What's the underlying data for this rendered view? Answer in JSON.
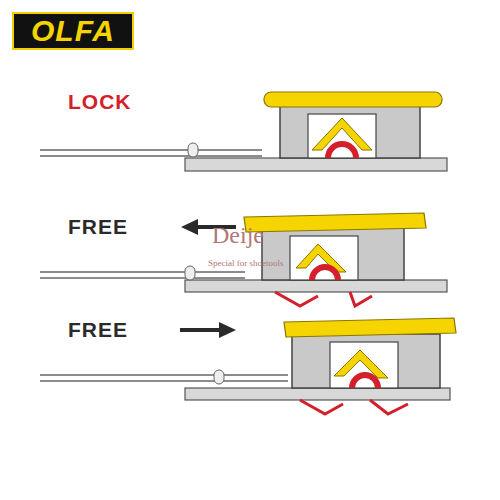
{
  "diagram": {
    "nodes": [
      {
        "text": [
          "OLFA"
        ]
      }
    ],
    "labels": [
      "LOCK",
      "FREE",
      "FREE",
      "Deije",
      "Special for shoetools"
    ]
  }
}
